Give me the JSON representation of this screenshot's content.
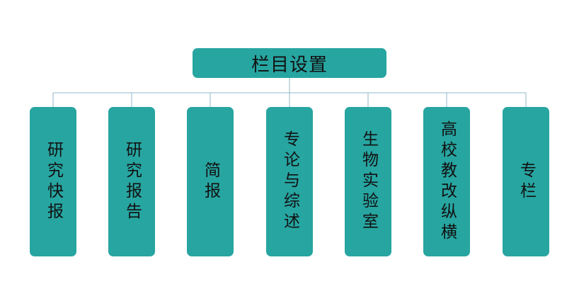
{
  "root": {
    "label": "栏目设置"
  },
  "children": [
    {
      "label": "研究快报"
    },
    {
      "label": "研究报告"
    },
    {
      "label": "简报"
    },
    {
      "label": "专论与综述"
    },
    {
      "label": "生物实验室"
    },
    {
      "label": "高校教改纵横"
    },
    {
      "label": "专栏"
    }
  ],
  "colors": {
    "node_fill": "#27a5a1",
    "connector": "#8fb7c7",
    "text": "#111111"
  }
}
